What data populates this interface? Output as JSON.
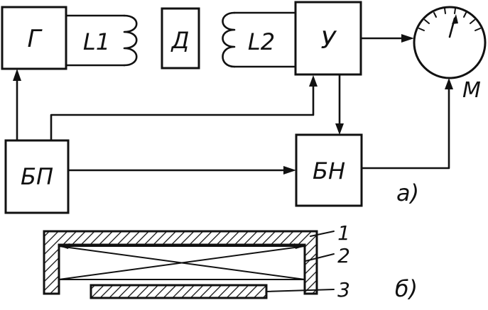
{
  "blocks": {
    "generator": "Г",
    "coil1": "L1",
    "sensor": "Д",
    "coil2": "L2",
    "amplifier": "У",
    "power_supply": "БП",
    "bn": "БН",
    "meter": "М"
  },
  "parts": {
    "a": "а)",
    "b": "б)"
  },
  "callouts": [
    "1",
    "2",
    "3"
  ]
}
